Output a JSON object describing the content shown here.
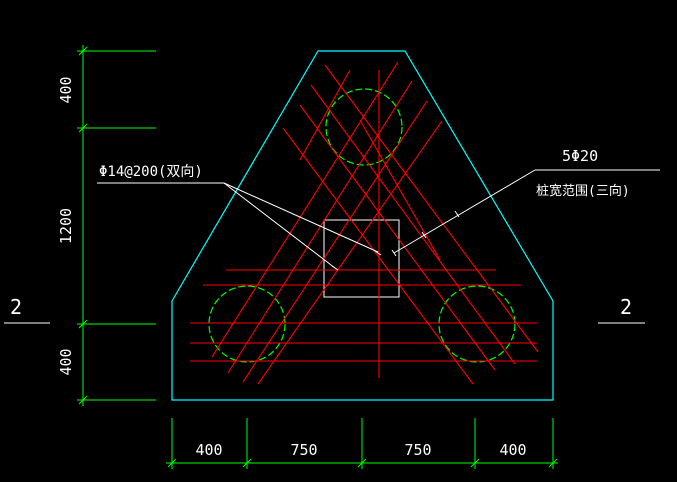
{
  "drawing": {
    "section_mark_left": "2",
    "section_mark_right": "2",
    "callout_rebar_mesh": "Φ14@200(双向)",
    "callout_bars": "5Φ20",
    "callout_bars_sub": "桩宽范围(三向)",
    "dims_vertical": [
      "400",
      "1200",
      "400"
    ],
    "dims_horizontal": [
      "400",
      "750",
      "750",
      "400"
    ],
    "colors": {
      "background": "#000000",
      "outline": "#00ffff",
      "rebar": "#ff0000",
      "piles": "#00ff00",
      "dimensions": "#00ff00",
      "text": "#ffffff"
    }
  }
}
